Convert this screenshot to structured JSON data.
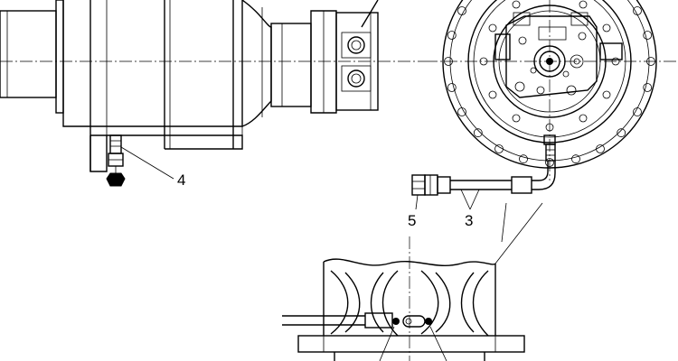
{
  "callouts": {
    "c4": "4",
    "c5": "5",
    "c3": "3"
  },
  "colors": {
    "ink": "#000000",
    "paper": "#ffffff"
  }
}
